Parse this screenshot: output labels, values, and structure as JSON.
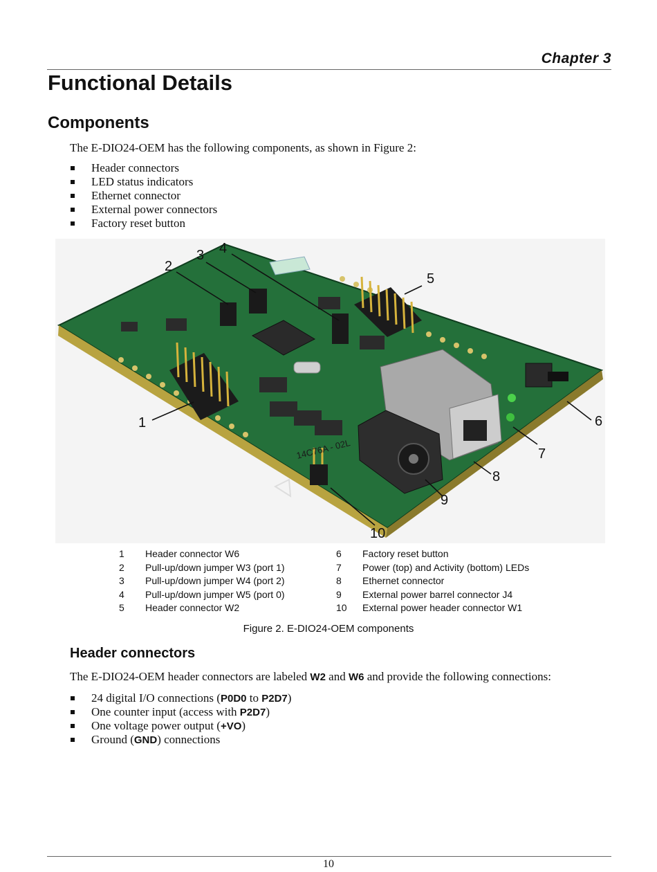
{
  "header": {
    "chapter": "Chapter 3"
  },
  "title": "Functional Details",
  "components": {
    "heading": "Components",
    "intro": "The E-DIO24-OEM has the following components, as shown in Figure 2:",
    "items": [
      "Header connectors",
      "LED status indicators",
      "Ethernet connector",
      "External power connectors",
      "Factory reset button"
    ]
  },
  "figure": {
    "labels": [
      "1",
      "2",
      "3",
      "4",
      "5",
      "6",
      "7",
      "8",
      "9",
      "10"
    ],
    "board_text": [
      "14C76A - 02L"
    ],
    "legend_left": [
      {
        "num": "1",
        "text": "Header connector W6"
      },
      {
        "num": "2",
        "text": "Pull-up/down jumper W3 (port 1)"
      },
      {
        "num": "3",
        "text": "Pull-up/down jumper W4 (port 2)"
      },
      {
        "num": "4",
        "text": "Pull-up/down jumper W5 (port 0)"
      },
      {
        "num": "5",
        "text": "Header connector W2"
      }
    ],
    "legend_right": [
      {
        "num": "6",
        "text": "Factory reset button"
      },
      {
        "num": "7",
        "text": "Power (top) and Activity (bottom) LEDs"
      },
      {
        "num": "8",
        "text": "Ethernet connector"
      },
      {
        "num": "9",
        "text": "External power barrel connector J4"
      },
      {
        "num": "10",
        "text": "External power header connector W1"
      }
    ],
    "caption": "Figure 2. E-DIO24-OEM components"
  },
  "header_connectors": {
    "heading": "Header connectors",
    "para": {
      "p1": "The E-DIO24-OEM header connectors are labeled ",
      "k1": "W2",
      "p2": " and ",
      "k2": "W6",
      "p3": " and provide the following connections:"
    },
    "items": [
      {
        "a": "24 digital I/O connections (",
        "k1": "P0D0",
        "b": " to ",
        "k2": "P2D7",
        "c": ")"
      },
      {
        "a": "One counter input (access with ",
        "k1": "P2D7",
        "b": ")"
      },
      {
        "a": "One voltage power output (",
        "k1": "+VO",
        "b": ")"
      },
      {
        "a": "Ground (",
        "k1": "GND",
        "b": ") connections"
      }
    ]
  },
  "footer": {
    "page_number": "10"
  }
}
